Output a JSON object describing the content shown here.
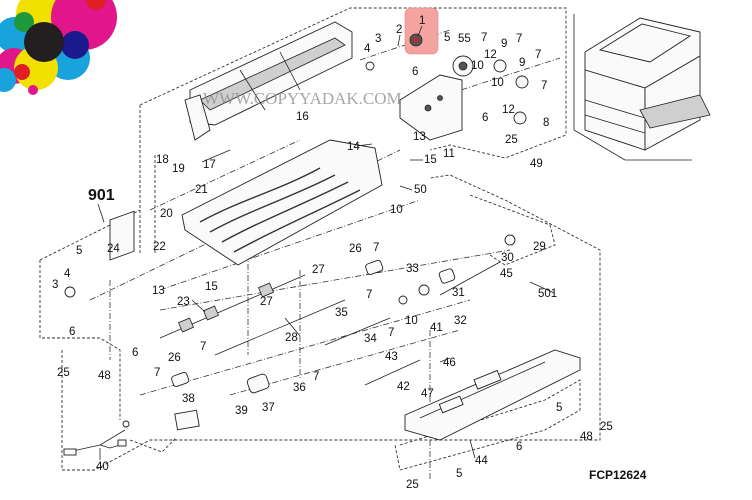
{
  "diagram": {
    "title_code": "FCP12624",
    "watermark": "WWW.COPYYADAK.COM",
    "logo": "cmyk-circles-logo",
    "highlighted_part": "1",
    "highlight_color": "#f4a3a0",
    "assembly_labels": [
      "901",
      "501"
    ],
    "part_labels": {
      "p1": "1",
      "p2": "2",
      "p3": "3",
      "p4": "4",
      "p5a": "5",
      "p55": "55",
      "p7a": "7",
      "p12a": "12",
      "p9a": "9",
      "p7b": "7",
      "p10a": "10",
      "p9b": "9",
      "p7c": "7",
      "p10b": "10",
      "p12b": "12",
      "p7d": "7",
      "p6a": "6",
      "p8": "8",
      "p13a": "13",
      "p6b": "6",
      "p25a": "25",
      "p11": "11",
      "p14": "14",
      "p15a": "15",
      "p49": "49",
      "p16": "16",
      "p17": "17",
      "p18": "18",
      "p19": "19",
      "p21": "21",
      "p20": "20",
      "p50": "50",
      "p10c": "10",
      "p901": "901",
      "p22": "22",
      "p5b": "5",
      "p24": "24",
      "p4b": "4",
      "p3b": "3",
      "p13b": "13",
      "p15b": "15",
      "p6c": "6",
      "p6d": "6",
      "p25b": "25",
      "p48a": "48",
      "p23": "23",
      "p26a": "26",
      "p7e": "7",
      "p27a": "27",
      "p27b": "27",
      "p28": "28",
      "p29": "29",
      "p30": "30",
      "p45": "45",
      "p501": "501",
      "p33": "33",
      "p31": "31",
      "p7f": "7",
      "p10d": "10",
      "p32": "32",
      "p35": "35",
      "p7g": "7",
      "p34": "34",
      "p41": "41",
      "p43": "43",
      "p46": "46",
      "p42": "42",
      "p47": "47",
      "p26b": "26",
      "p7h": "7",
      "p7i": "7",
      "p7j": "7",
      "p36": "36",
      "p37": "37",
      "p38": "38",
      "p39": "39",
      "p40": "40",
      "p44": "44",
      "p6e": "6",
      "p5c": "5",
      "p5d": "5",
      "p48b": "48",
      "p25c": "25",
      "p25d": "25"
    },
    "colors": {
      "cyan": "#19a3dc",
      "magenta": "#e0168a",
      "yellow": "#f2e100",
      "black": "#231f20",
      "blue": "#1a1a8c",
      "red": "#e01e26",
      "green": "#1f9a3a"
    }
  }
}
